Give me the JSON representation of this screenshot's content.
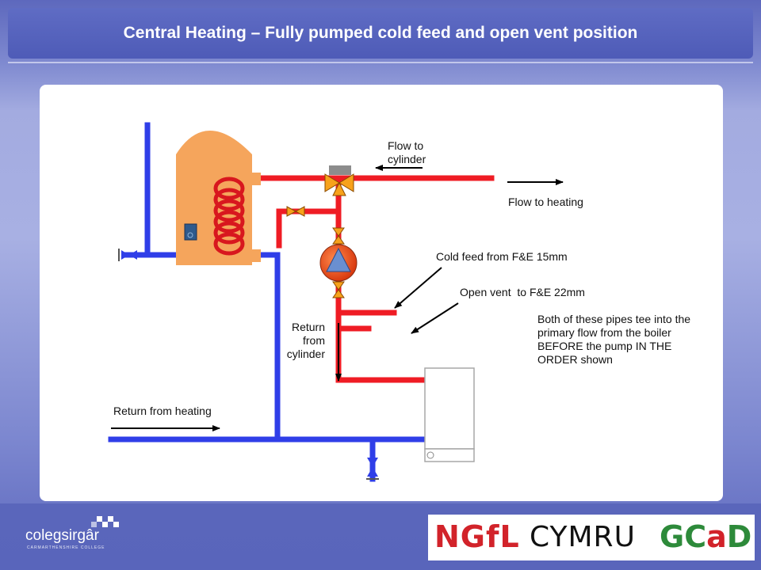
{
  "title": "Central Heating – Fully pumped cold feed and open vent position",
  "labels": {
    "flow_to_cylinder": "Flow to\ncylinder",
    "flow_to_heating": "Flow to heating",
    "cold_feed": "Cold feed from F&E 15mm",
    "open_vent": "Open vent  to F&E 22mm",
    "note": "Both of these pipes tee into the primary flow from the boiler BEFORE the pump IN THE ORDER shown",
    "return_from_cylinder": "Return\nfrom\ncylinder",
    "return_from_heating": "Return from heating"
  },
  "footer": {
    "college_logo": "colegsirgâr",
    "college_sub": "CARMARTHENSHIRE COLLEGE",
    "ngfl_red": "NGfL",
    "ngfl_cymru": "CYMRU",
    "gcad_g": "G",
    "gcad_c": "C",
    "gcad_a": "a",
    "gcad_d": "D"
  },
  "colors": {
    "flow_pipe": "#ef1c24",
    "return_pipe": "#2f3ee8",
    "cylinder": "#f5a55c",
    "valve": "#f7a21b",
    "ngfl_red": "#d2232a",
    "gcad_green": "#2d8a3a"
  }
}
